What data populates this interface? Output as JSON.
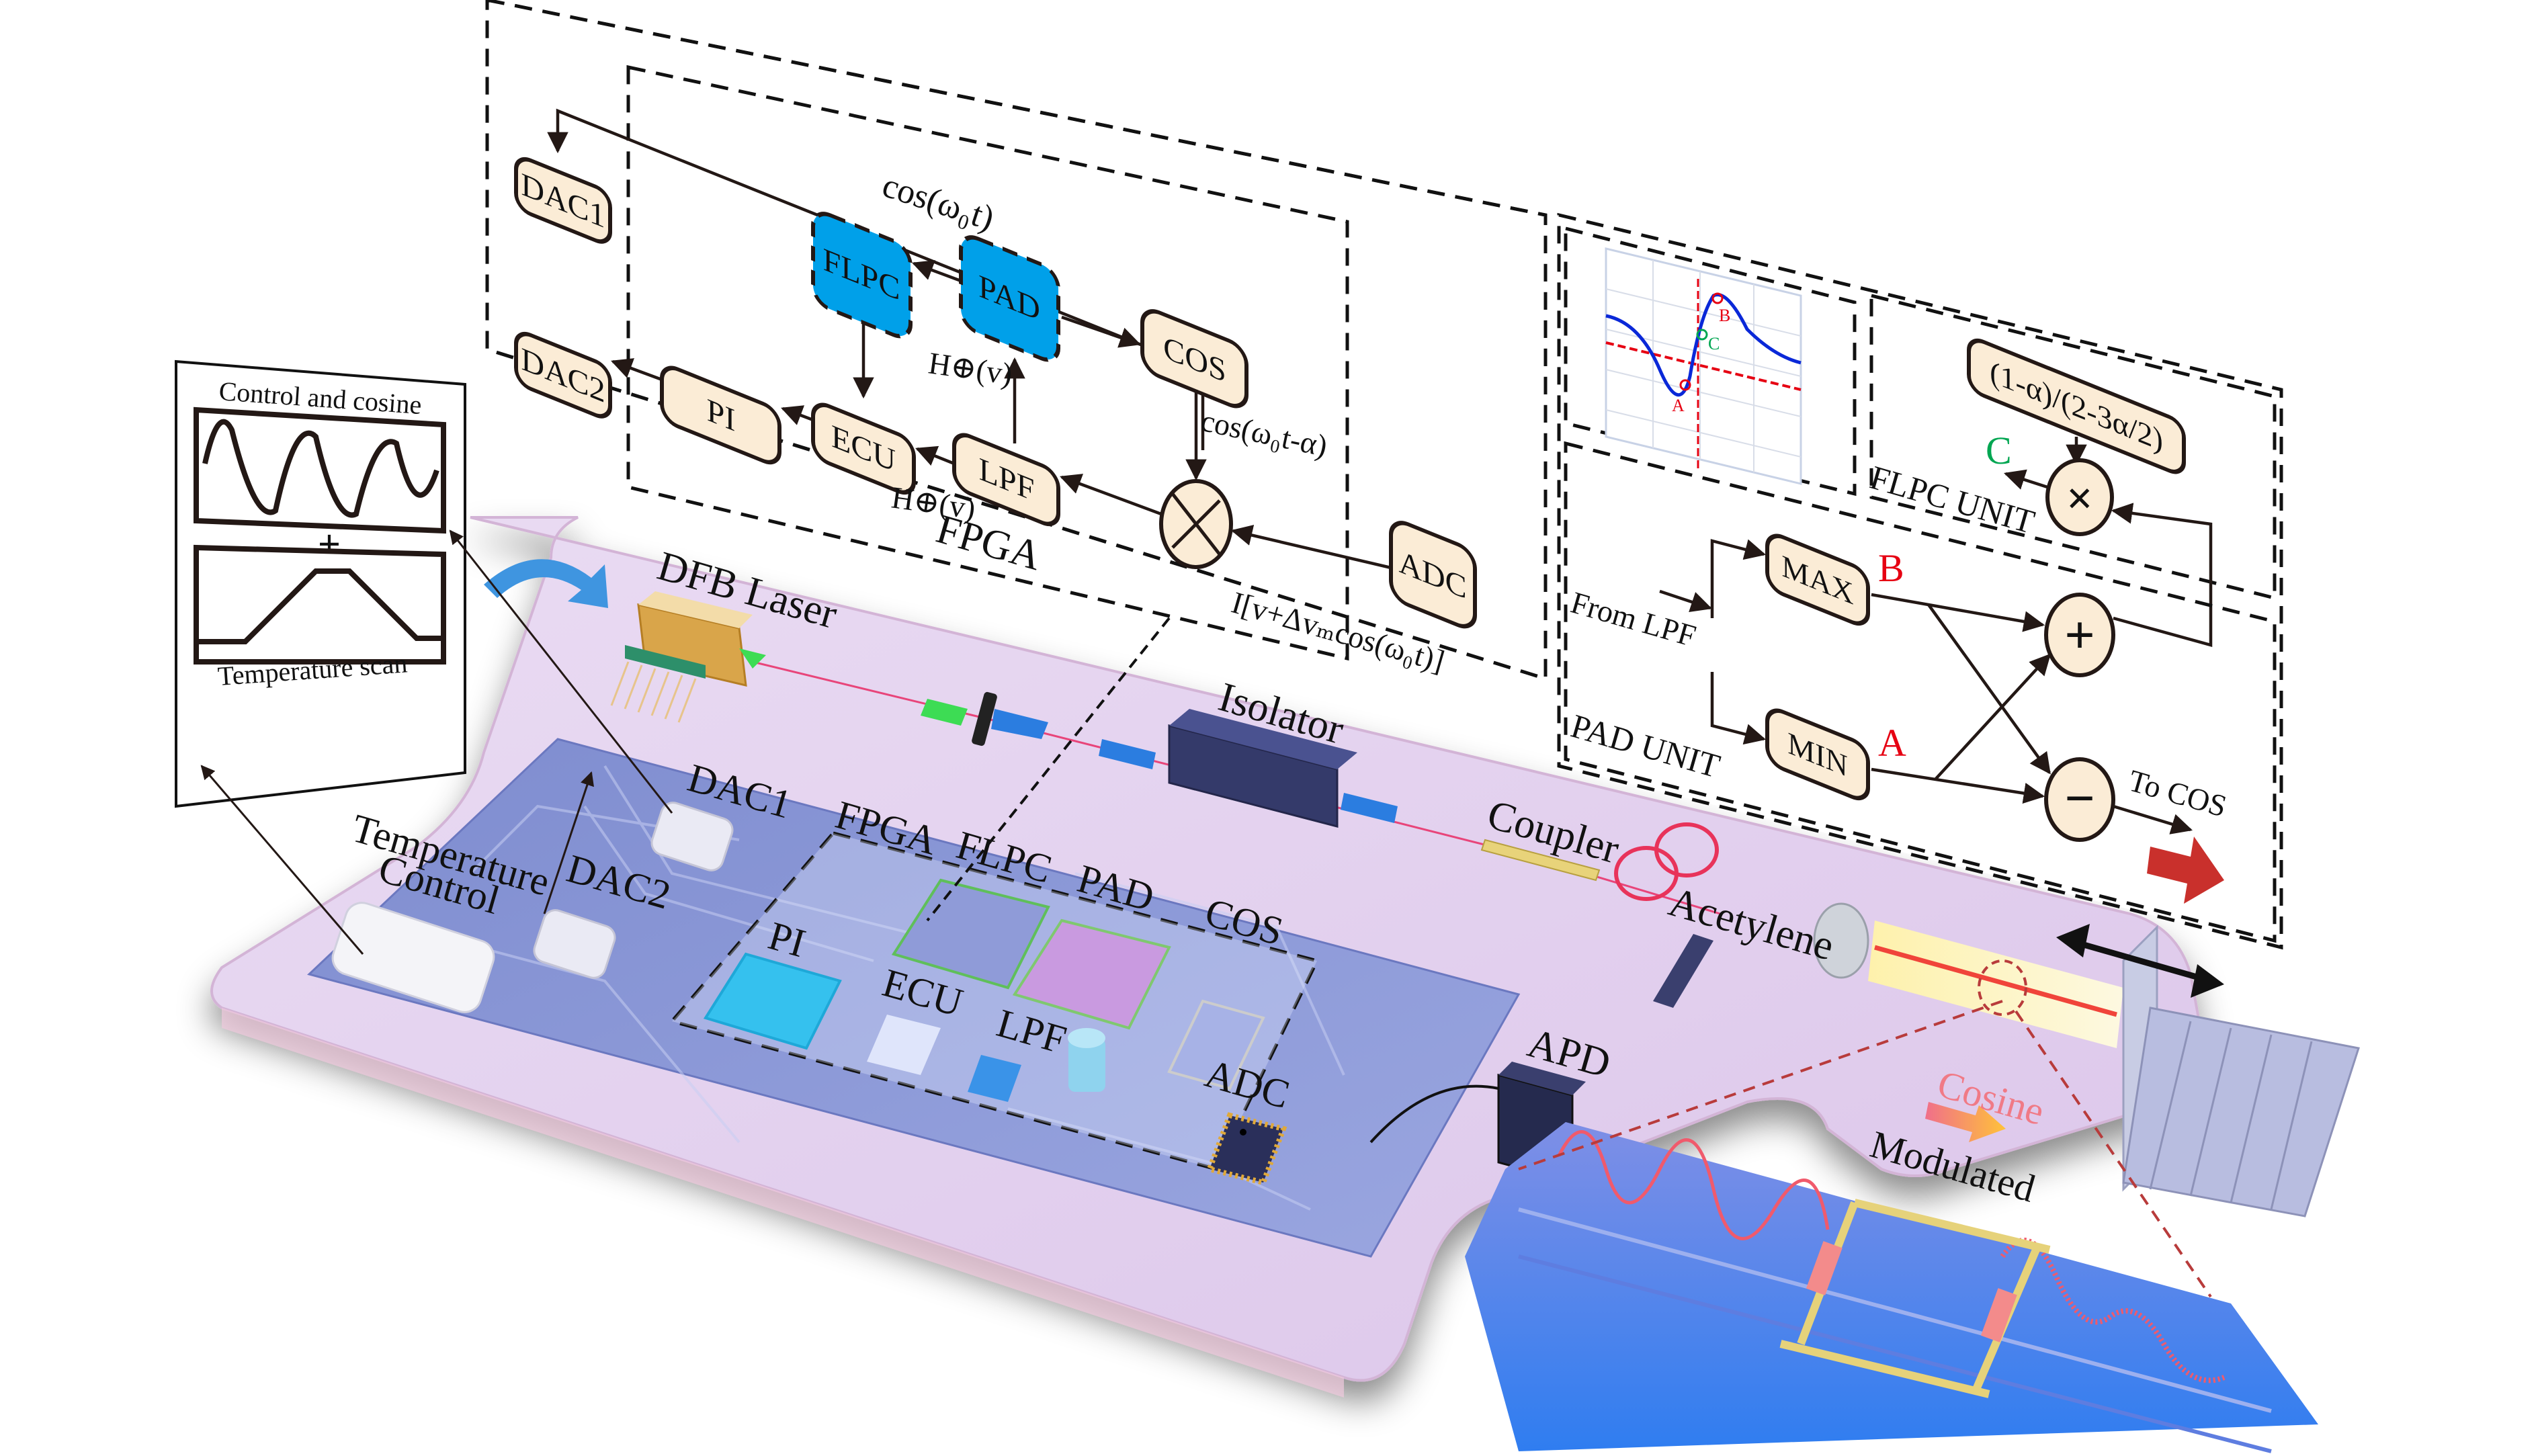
{
  "colors": {
    "block_fill": "#fbecd6",
    "highlight_block": "#00a0e9",
    "platform": "#e2cdee",
    "board": "#8a97d8",
    "label_red": "#e60012",
    "label_green": "#00a651",
    "arrow_red": "#c9302c",
    "fiber": "#e8457a"
  },
  "fpga_diagram": {
    "title": "FPGA",
    "blocks": {
      "dac1": "DAC1",
      "dac2": "DAC2",
      "flpc": "FLPC",
      "pad": "PAD",
      "cos": "COS",
      "pi": "PI",
      "ecu": "ECU",
      "lpf": "LPF",
      "adc": "ADC"
    },
    "signals": {
      "cos_w0t": "cos(ω₀t)",
      "cos_w0t_alpha": "cos(ω₀t-α)",
      "h_oplus_upper": "H⊕(v)",
      "h_oplus_lower": "H⊕(v)",
      "adc_input": "I[v+Δvₘcos(ω₀t)]"
    }
  },
  "pad_unit": {
    "title": "PAD UNIT",
    "input_label": "From LPF",
    "max": "MAX",
    "min": "MIN",
    "point_b": "B",
    "point_a": "A",
    "plus_symbol": "+",
    "minus_symbol": "−",
    "output_label": "To COS"
  },
  "flpc_unit": {
    "title": "FLPC UNIT",
    "formula": "(1-α)/(2-3α/2)",
    "point_c": "C",
    "multiply_symbol": "×"
  },
  "signal_plot": {
    "points": [
      "A",
      "B",
      "C"
    ]
  },
  "control_panel": {
    "top_title": "Control and cosine",
    "plus": "+",
    "bottom_title": "Temperature scan"
  },
  "setup": {
    "dfb_laser": "DFB Laser",
    "isolator": "Isolator",
    "coupler": "Coupler",
    "acetylene": "Acetylene",
    "apd": "APD",
    "temperature_control_line1": "Temperature",
    "temperature_control_line2": "Control",
    "dac1": "DAC1",
    "dac2": "DAC2",
    "fpga": "FPGA",
    "flpc": "FLPC",
    "pad": "PAD",
    "cos": "COS",
    "pi": "PI",
    "ecu": "ECU",
    "lpf": "LPF",
    "adc": "ADC"
  },
  "modulation_inset": {
    "cosine": "Cosine",
    "modulated": "Modulated"
  }
}
